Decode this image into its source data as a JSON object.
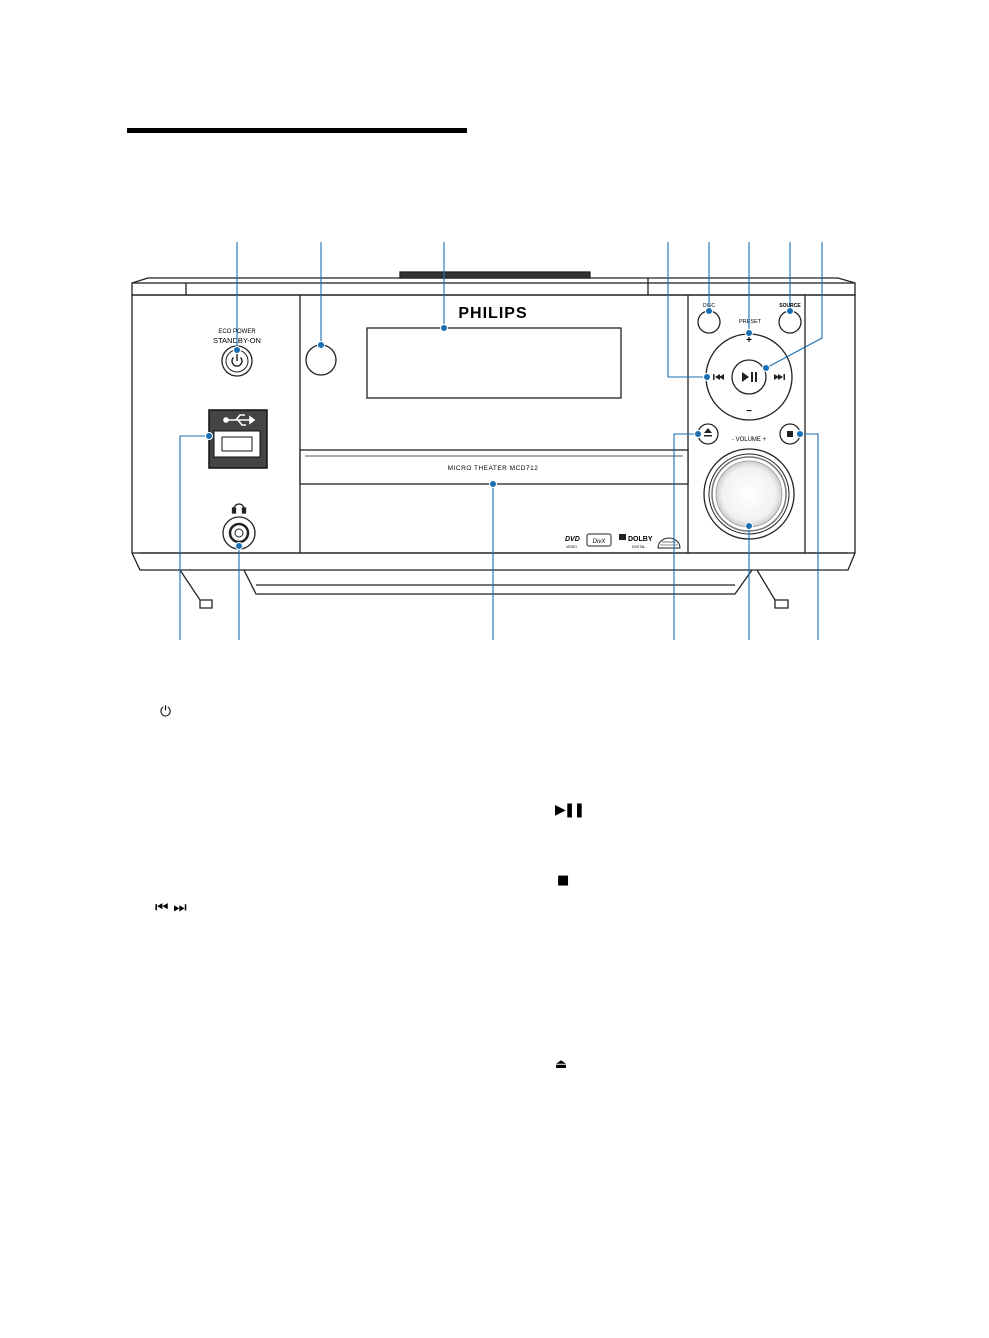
{
  "header": {
    "rule": "section-rule"
  },
  "device": {
    "brand": "PHILIPS",
    "model": "MICRO THEATER MCD712",
    "eco_power": "ECO POWER",
    "standby_on": "STANDBY-ON",
    "disc": "DISC",
    "preset": "PRESET",
    "source": "SOURCE",
    "volume": "- VOLUME +",
    "plus": "+",
    "minus": "−",
    "logos": {
      "dvd": "DVD",
      "dvd_sub": "VIDEO",
      "divx": "DivX",
      "dolby": "DOLBY",
      "dolby_sub": "DIGITAL"
    }
  },
  "legend": {
    "power": "⏻",
    "play_pause": "▶❚❚",
    "stop": "■",
    "prev_next": "⏮ ⏭",
    "eject": "⏏"
  },
  "colors": {
    "callout": "#1a6fb3",
    "outline": "#222222"
  }
}
